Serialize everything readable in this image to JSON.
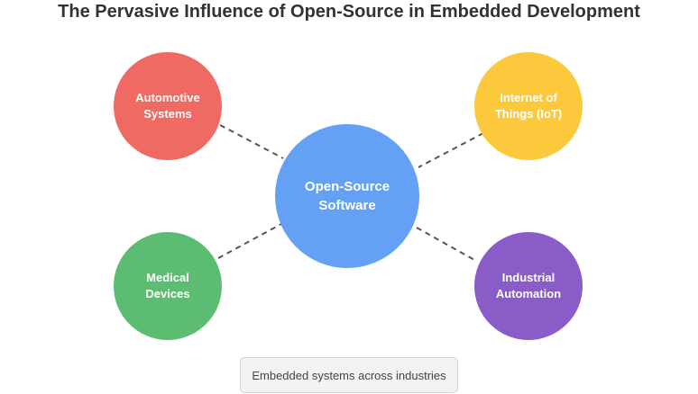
{
  "title": "The Pervasive Influence of Open-Source in Embedded Development",
  "center": {
    "label_line1": "Open-Source",
    "label_line2": "Software",
    "color": "#64a0f4"
  },
  "nodes": {
    "automotive": {
      "line1": "Automotive",
      "line2": "Systems",
      "color": "#ee6a62"
    },
    "iot": {
      "line1": "Internet of",
      "line2": "Things (IoT)",
      "color": "#fcc93d"
    },
    "medical": {
      "line1": "Medical",
      "line2": "Devices",
      "color": "#5cbd72"
    },
    "industrial": {
      "line1": "Industrial",
      "line2": "Automation",
      "color": "#8a5cc8"
    }
  },
  "caption": "Embedded systems across industries",
  "connector_color": "#555555"
}
